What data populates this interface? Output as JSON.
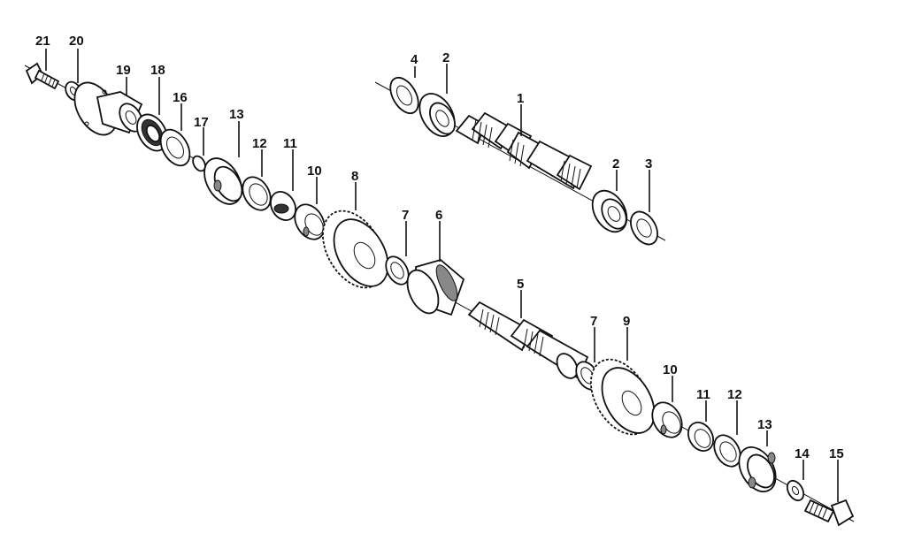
{
  "diagram": {
    "labels": {
      "p1": "1",
      "p2a": "2",
      "p2b": "2",
      "p3": "3",
      "p4": "4",
      "p5": "5",
      "p6": "6",
      "p7a": "7",
      "p7b": "7",
      "p8": "8",
      "p9": "9",
      "p10a": "10",
      "p10b": "10",
      "p11a": "11",
      "p11b": "11",
      "p12a": "12",
      "p12b": "12",
      "p13a": "13",
      "p13b": "13",
      "p14": "14",
      "p15": "15",
      "p16": "16",
      "p17": "17",
      "p18": "18",
      "p19": "19",
      "p20": "20",
      "p21": "21"
    },
    "colors": {
      "ink": "#111111",
      "background": "#ffffff"
    }
  }
}
